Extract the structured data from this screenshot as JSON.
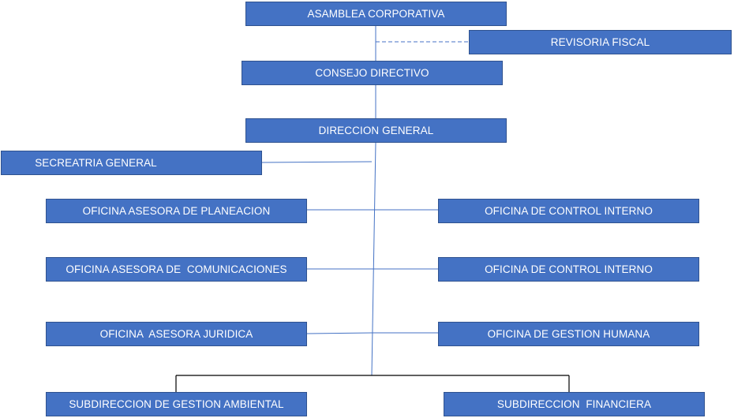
{
  "org_chart": {
    "nodes": {
      "asamblea": "ASAMBLEA CORPORATIVA",
      "revisoria": "REVISORIA FISCAL",
      "consejo": "CONSEJO DIRECTIVO",
      "direccion": "DIRECCION GENERAL",
      "secretaria": "SECREATRIA GENERAL",
      "planeacion": "OFICINA ASESORA DE PLANEACION",
      "control1": "OFICINA DE CONTROL INTERNO",
      "comunicaciones": "OFICINA ASESORA DE  COMUNICACIONES",
      "control2": "OFICINA DE CONTROL INTERNO",
      "juridica": "OFICINA  ASESORA JURIDICA",
      "humana": "OFICINA DE GESTION HUMANA",
      "ambiental": "SUBDIRECCION DE GESTION AMBIENTAL",
      "financiera": "SUBDIRECCION  FINANCIERA"
    },
    "colors": {
      "box_fill": "#4472c4",
      "box_border": "#2f528f",
      "connector_blue": "#4472c4",
      "connector_black": "#000000"
    }
  }
}
